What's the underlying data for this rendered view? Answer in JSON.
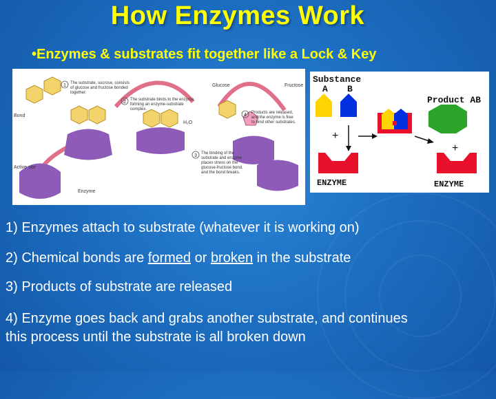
{
  "title": "How Enzymes Work",
  "subtitle": "•Enzymes & substrates fit together like a Lock & Key",
  "left_diagram": {
    "bond_label": "Bond",
    "active_site_label": "Active site",
    "enzyme_label": "Enzyme",
    "glucose_label": "Glucose",
    "fructose_label": "Fructose",
    "h2o_label": "H₂O",
    "step1_num": "1",
    "step1_text": [
      "The substrate, sucrose, consists",
      "of glucose and fructose bonded",
      "together."
    ],
    "step2_num": "2",
    "step2_text": [
      "The substrate binds to the enzyme,",
      "forming an enzyme-substrate",
      "complex."
    ],
    "step3_num": "3",
    "step3_text": [
      "The binding of the",
      "substrate and enzyme",
      "places stress on the",
      "glucose-fructose bond,",
      "and the bond breaks."
    ],
    "step4_num": "4",
    "step4_text": [
      "Products are released,",
      "and the enzyme is free",
      "to bind other substrates."
    ]
  },
  "right_diagram": {
    "substance_label": "Substance",
    "a_label": "A",
    "b_label": "B",
    "product_label": "Product AB",
    "plus1": "+",
    "plus2": "+",
    "enzyme1": "ENZYME",
    "enzyme2": "ENZYME",
    "colors": {
      "a": "#ffd400",
      "b": "#0030e0",
      "enzyme": "#e8102a",
      "product": "#2aa52a"
    }
  },
  "points": {
    "p1": "1) Enzymes attach to substrate (whatever it is working on)",
    "p2_pre": "2) Chemical bonds are ",
    "p2_formed": "formed",
    "p2_mid": " or ",
    "p2_broken": "broken",
    "p2_post": " in the substrate",
    "p3": "3) Products of substrate are released",
    "p4a": "4) Enzyme goes back and grabs another substrate, and continues",
    "p4b": "this process until the substrate is all broken down"
  }
}
